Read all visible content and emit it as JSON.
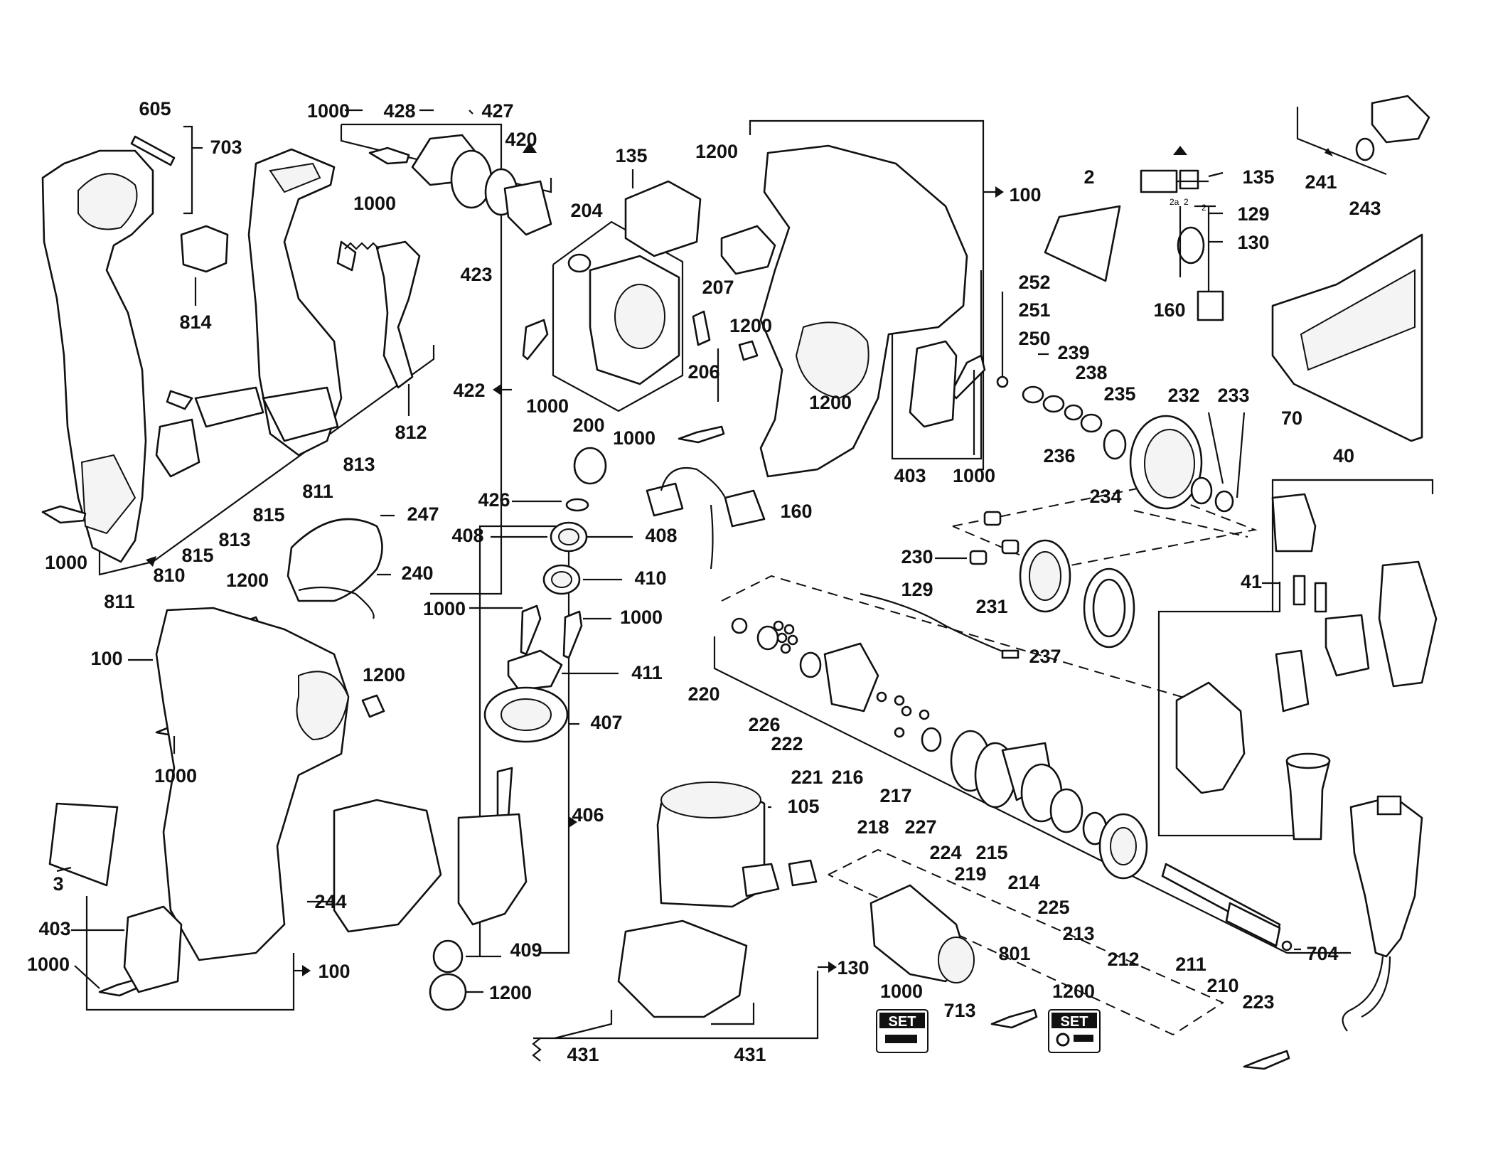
{
  "diagram": {
    "labels": {
      "l605": "605",
      "l703": "703",
      "l1000a": "1000",
      "l428": "428",
      "l427": "427",
      "l420": "420",
      "l1000b": "1000",
      "l423": "423",
      "l814": "814",
      "l812": "812",
      "l813a": "813",
      "l813b": "813",
      "l811a": "811",
      "l811b": "811",
      "l815a": "815",
      "l815b": "815",
      "l810": "810",
      "l1000c": "1000",
      "l422": "422",
      "l135a": "135",
      "l1200a": "1200",
      "l204": "204",
      "l207": "207",
      "l206": "206",
      "l1200b": "1200",
      "l1000d": "1000",
      "l200": "200",
      "l100a": "100",
      "l1200c": "1200",
      "l1000e": "1000",
      "l403a": "403",
      "l1000f": "1000",
      "l160a": "160",
      "l2": "2",
      "l135b": "135",
      "l129a": "129",
      "l130a": "130",
      "l160b": "160",
      "l241": "241",
      "l243": "243",
      "l252": "252",
      "l251": "251",
      "l250": "250",
      "l239": "239",
      "l238": "238",
      "l235": "235",
      "l232": "232",
      "l233": "233",
      "l236": "236",
      "l234": "234",
      "l70": "70",
      "l40": "40",
      "l41": "41",
      "l230": "230",
      "l231": "231",
      "l237": "237",
      "l129b": "129",
      "l426": "426",
      "l408a": "408",
      "l408b": "408",
      "l410": "410",
      "l1000g": "1000",
      "l1000h": "1000",
      "l411": "411",
      "l407": "407",
      "l406": "406",
      "l409": "409",
      "l1200d": "1200",
      "l247": "247",
      "l240": "240",
      "l1200e": "1200",
      "l100b": "100",
      "l1200f": "1200",
      "l1000i": "1000",
      "l3": "3",
      "l244": "244",
      "l403b": "403",
      "l1000j": "1000",
      "l100c": "100",
      "l105": "105",
      "l220": "220",
      "l226": "226",
      "l222": "222",
      "l221": "221",
      "l216": "216",
      "l218": "218",
      "l217": "217",
      "l227": "227",
      "l224": "224",
      "l219": "219",
      "l215": "215",
      "l214": "214",
      "l225": "225",
      "l213": "213",
      "l212": "212",
      "l211": "211",
      "l210": "210",
      "l223": "223",
      "l704": "704",
      "l130b": "130",
      "l431a": "431",
      "l431b": "431",
      "l1000k": "1000",
      "l713": "713",
      "l801": "801",
      "l1200g": "1200",
      "set1": "SET",
      "set2": "SET"
    },
    "wiring_marks": {
      "w1": "2a",
      "w2": "2",
      "w3": "2"
    }
  }
}
